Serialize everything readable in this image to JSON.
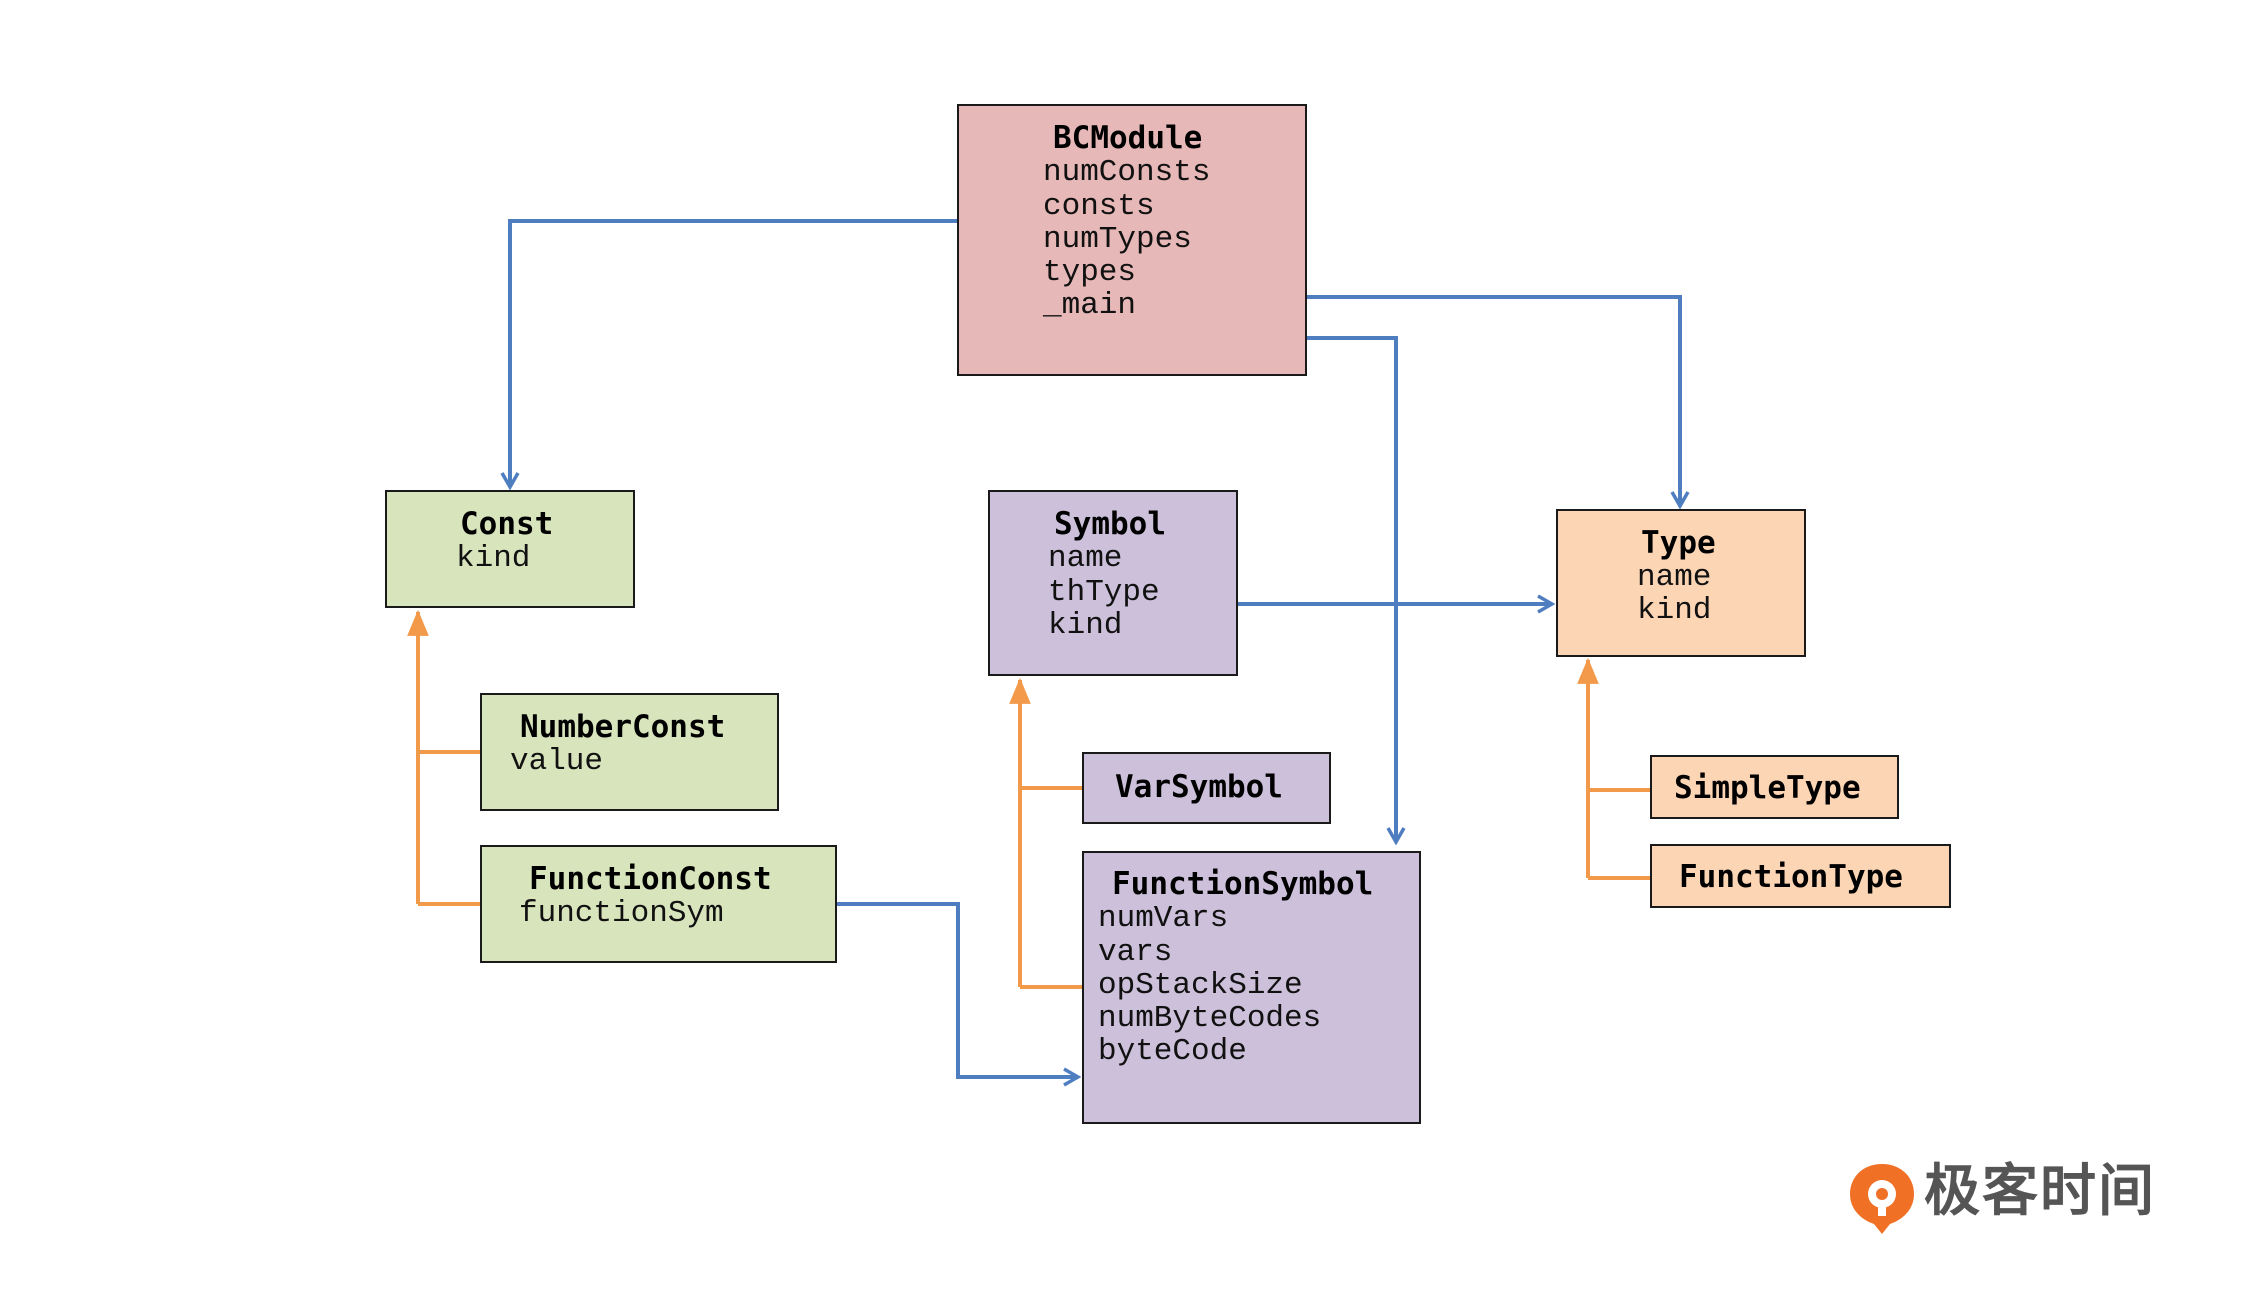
{
  "colors": {
    "association": "#4f7ec0",
    "inheritance": "#f39a4a",
    "bcmodule": "#e6b8b7",
    "const_family": "#d8e4bc",
    "symbol_family": "#ccc0da",
    "type_family": "#fcd5b4"
  },
  "classes": {
    "bcmodule": {
      "title": "BCModule",
      "fields": [
        "numConsts",
        "consts",
        "numTypes",
        "types",
        "_main"
      ]
    },
    "const": {
      "title": "Const",
      "fields": [
        "kind"
      ]
    },
    "number_const": {
      "title": "NumberConst",
      "fields": [
        "value"
      ]
    },
    "function_const": {
      "title": "FunctionConst",
      "fields": [
        "functionSym"
      ]
    },
    "symbol": {
      "title": "Symbol",
      "fields": [
        "name",
        "thType",
        "kind"
      ]
    },
    "var_symbol": {
      "title": "VarSymbol",
      "fields": []
    },
    "function_symbol": {
      "title": "FunctionSymbol",
      "fields": [
        "numVars",
        "vars",
        "opStackSize",
        "numByteCodes",
        "byteCode"
      ]
    },
    "type": {
      "title": "Type",
      "fields": [
        "name",
        "kind"
      ]
    },
    "simple_type": {
      "title": "SimpleType",
      "fields": []
    },
    "function_type": {
      "title": "FunctionType",
      "fields": []
    }
  },
  "relations": [
    {
      "from": "bcmodule",
      "to": "const",
      "kind": "association"
    },
    {
      "from": "bcmodule",
      "to": "type",
      "kind": "association"
    },
    {
      "from": "bcmodule",
      "to": "function_symbol",
      "kind": "association"
    },
    {
      "from": "symbol",
      "to": "type",
      "kind": "association"
    },
    {
      "from": "function_const",
      "to": "function_symbol",
      "kind": "association"
    },
    {
      "from": "number_const",
      "to": "const",
      "kind": "inheritance"
    },
    {
      "from": "function_const",
      "to": "const",
      "kind": "inheritance"
    },
    {
      "from": "var_symbol",
      "to": "symbol",
      "kind": "inheritance"
    },
    {
      "from": "function_symbol",
      "to": "symbol",
      "kind": "inheritance"
    },
    {
      "from": "simple_type",
      "to": "type",
      "kind": "inheritance"
    },
    {
      "from": "function_type",
      "to": "type",
      "kind": "inheritance"
    }
  ],
  "logo": {
    "text": "极客时间",
    "icon": "geektime-logo-icon"
  }
}
